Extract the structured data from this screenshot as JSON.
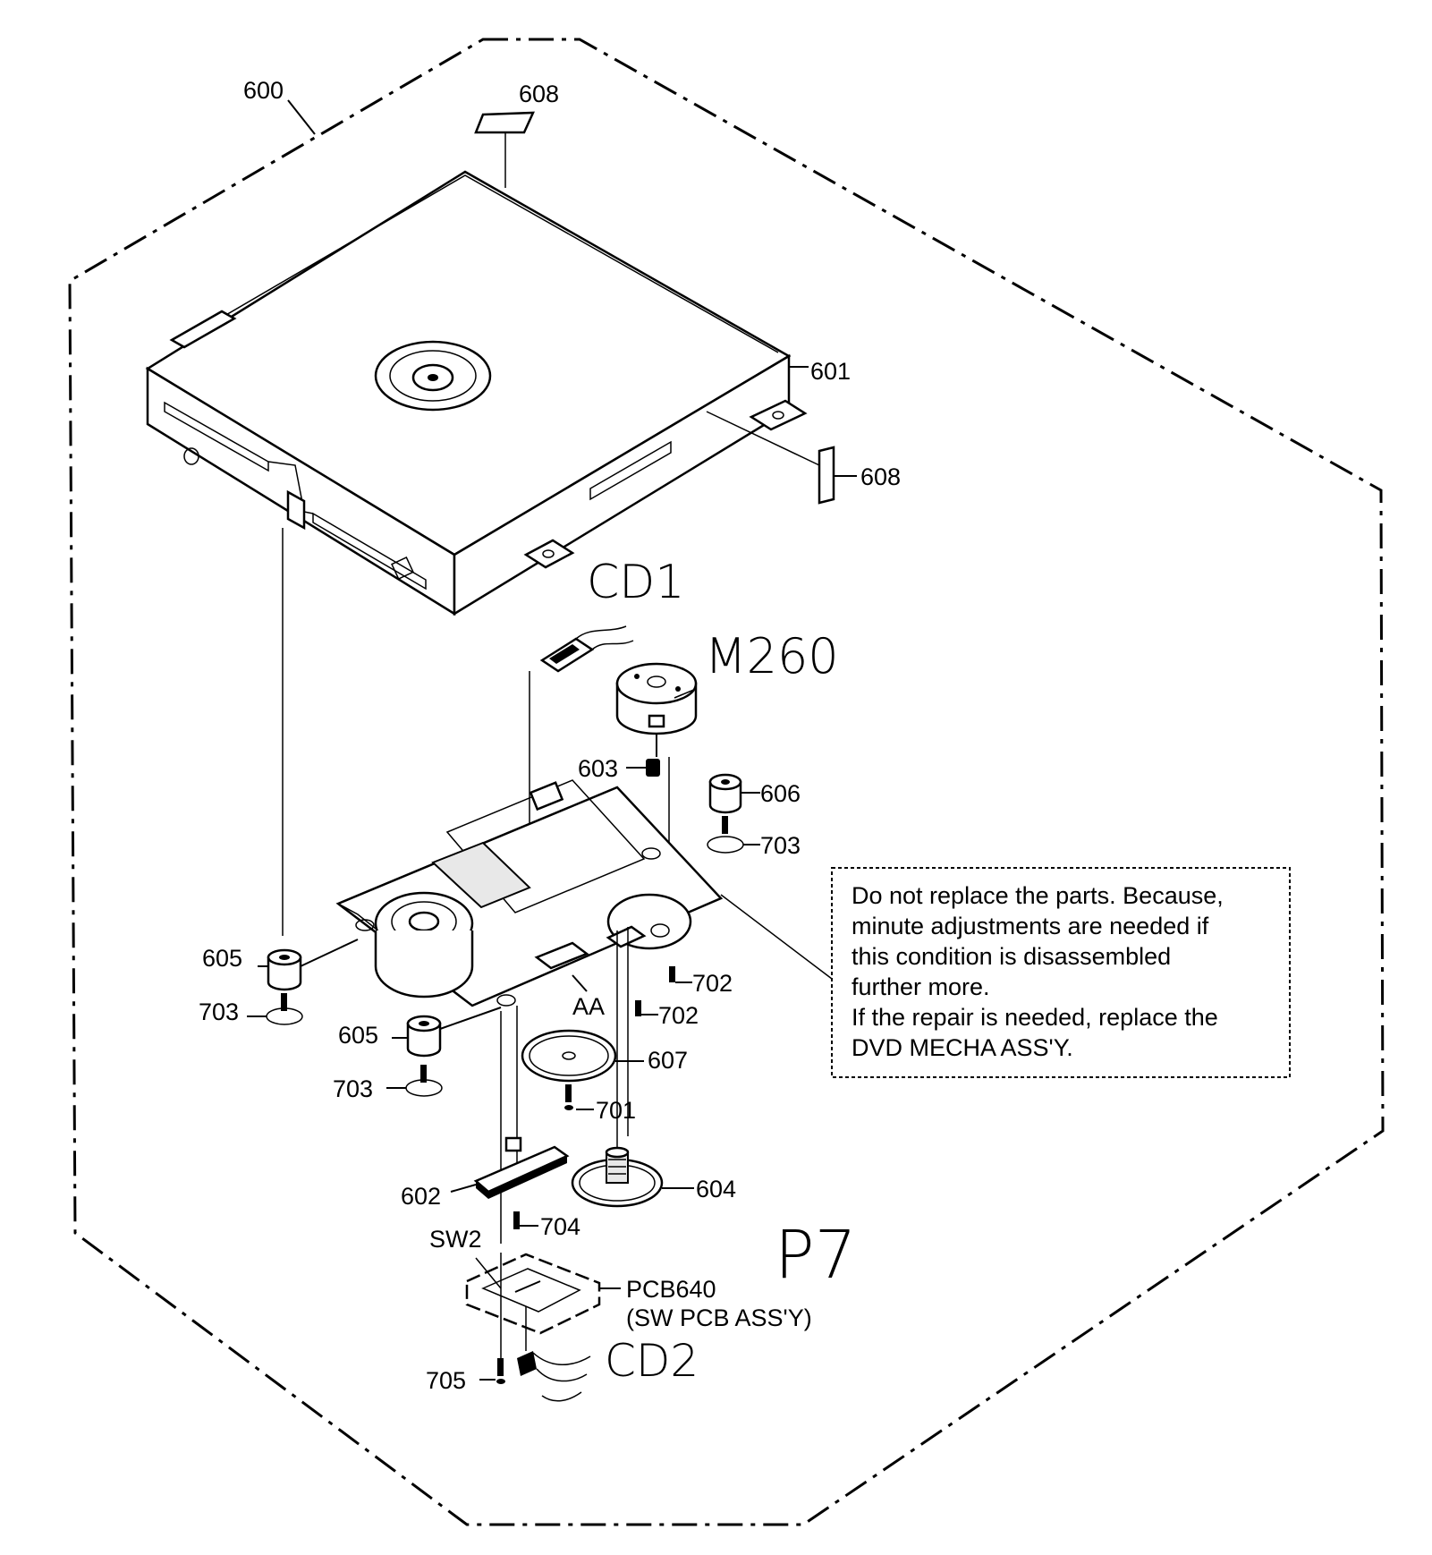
{
  "labels": {
    "p600": "600",
    "p601": "601",
    "p602": "602",
    "p603": "603",
    "p604": "604",
    "p605a": "605",
    "p605b": "605",
    "p606": "606",
    "p607": "607",
    "p608a": "608",
    "p608b": "608",
    "p701": "701",
    "p702a": "702",
    "p702b": "702",
    "p703a": "703",
    "p703b": "703",
    "p703c": "703",
    "p704": "704",
    "p705": "705",
    "aa": "AA",
    "sw2": "SW2",
    "pcb640": "PCB640",
    "pcb640_desc": "(SW PCB ASS'Y)"
  },
  "handwritten": {
    "cd1": "CD1",
    "m260": "M260",
    "p7": "P7",
    "cd2": "CD2"
  },
  "note": {
    "lines": [
      "Do not replace the parts. Because,",
      "minute adjustments are needed if",
      "this condition is disassembled",
      "further more.",
      "If the repair is needed, replace the",
      "DVD MECHA ASS'Y."
    ]
  }
}
